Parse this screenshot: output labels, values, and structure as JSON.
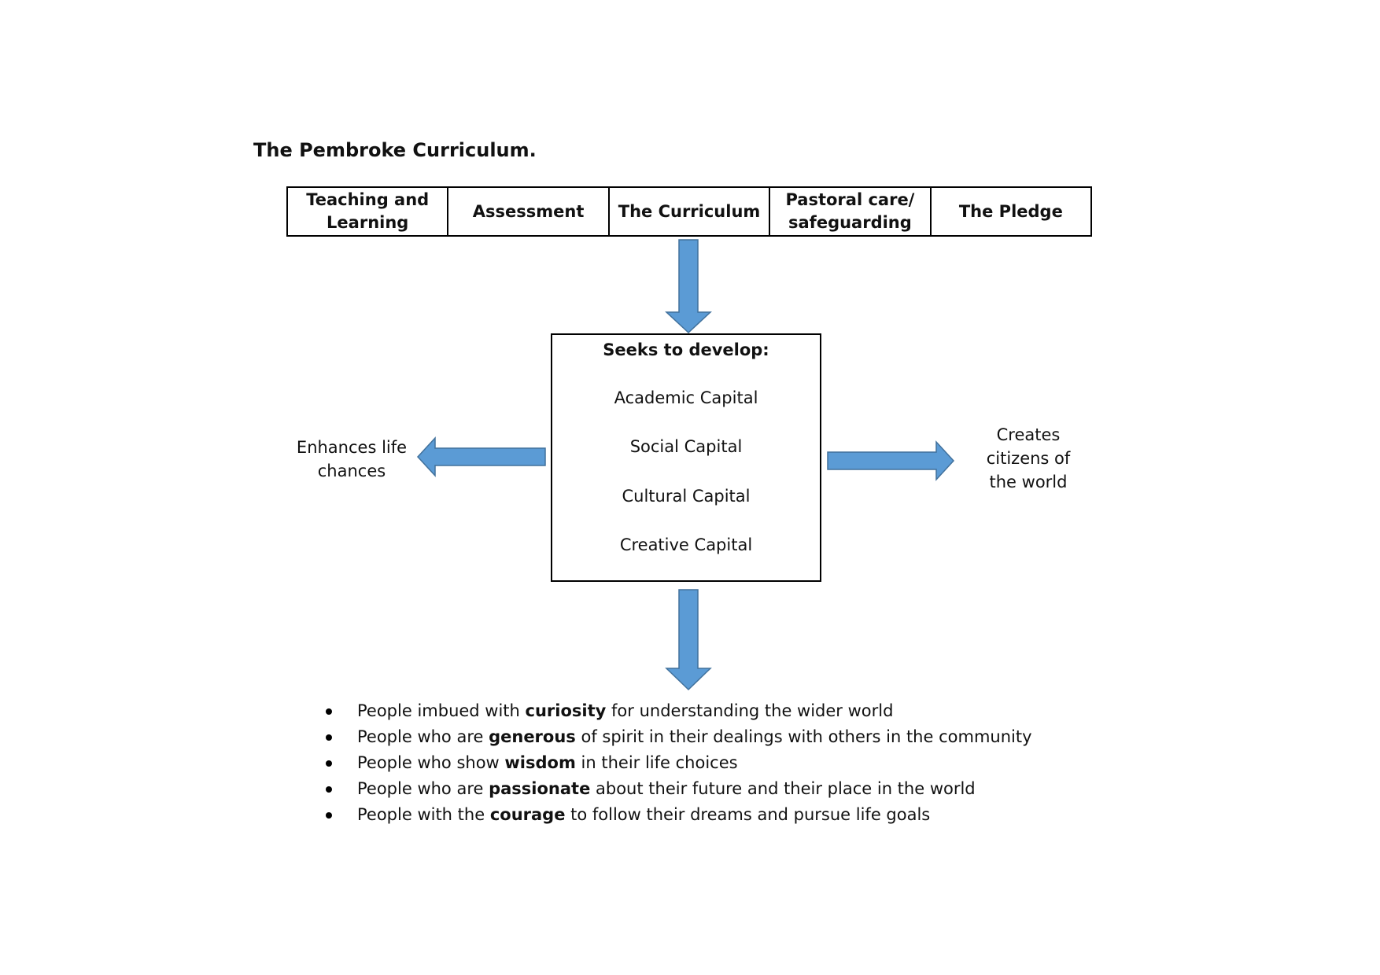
{
  "title": "The Pembroke Curriculum.",
  "top_boxes": [
    {
      "line1": "Teaching and",
      "line2": "Learning"
    },
    {
      "line1": "Assessment",
      "line2": ""
    },
    {
      "line1": "The Curriculum",
      "line2": ""
    },
    {
      "line1": "Pastoral care/",
      "line2": "safeguarding"
    },
    {
      "line1": "The Pledge",
      "line2": ""
    }
  ],
  "center": {
    "heading": "Seeks to develop:",
    "items": [
      "Academic Capital",
      "Social Capital",
      "Cultural Capital",
      "Creative Capital"
    ]
  },
  "left_outcome": {
    "line1": "Enhances life",
    "line2": "chances"
  },
  "right_outcome": {
    "line1": "Creates",
    "line2": "citizens of",
    "line3": "the world"
  },
  "bullets": [
    {
      "pre": "People imbued with ",
      "bold": "curiosity",
      "post": " for understanding the wider world"
    },
    {
      "pre": "People who are ",
      "bold": "generous",
      "post": " of spirit in their dealings with others in the community"
    },
    {
      "pre": "People who show ",
      "bold": "wisdom",
      "post": " in their life choices"
    },
    {
      "pre": "People who are ",
      "bold": "passionate",
      "post": " about their future and their place in the world"
    },
    {
      "pre": "People with the ",
      "bold": "courage",
      "post": " to follow their dreams and pursue life goals"
    }
  ],
  "colors": {
    "arrow_fill": "#5b9bd5",
    "arrow_stroke": "#41719c",
    "border": "#000000"
  }
}
